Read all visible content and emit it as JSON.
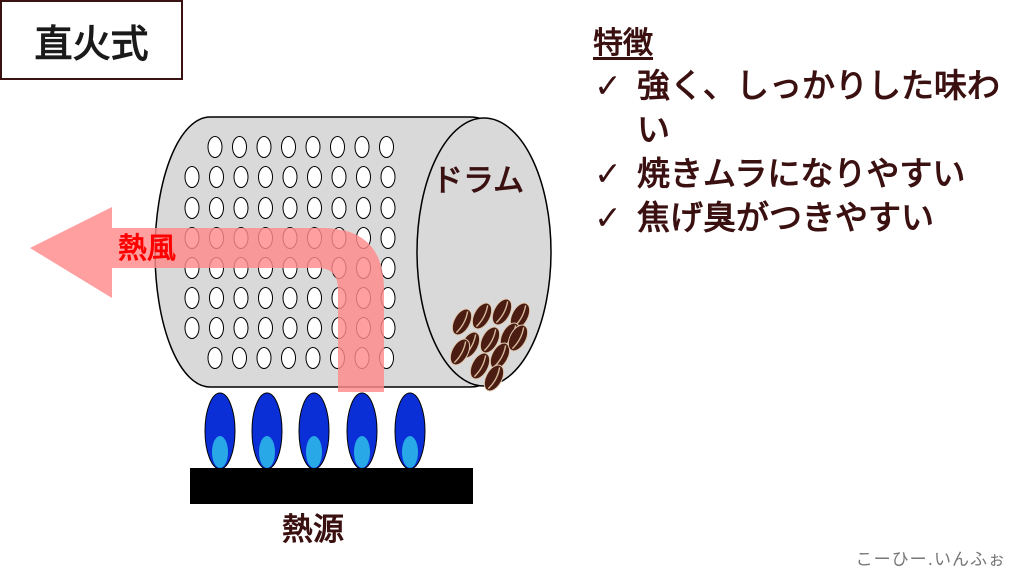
{
  "title": "直火式",
  "diagram": {
    "drum_label": "ドラム",
    "hot_air_label": "熱風",
    "heat_source_label": "熱源"
  },
  "features": {
    "heading": "特徴",
    "check_symbol": "✓",
    "items": [
      "強く、しっかりした味わい",
      "焼きムラになりやすい",
      "焦げ臭がつきやすい"
    ]
  },
  "watermark": "こーひー.いんふぉ",
  "colors": {
    "drum_fill": "#d9d9d9",
    "bean": "#4a1c12",
    "flame_outer": "#0a2fd6",
    "flame_inner": "#29a8e8",
    "burner": "#000000",
    "hot_air_arrow": "#ff8a8a",
    "hot_air_text": "#ff0000",
    "text_dark": "#3a1010"
  }
}
